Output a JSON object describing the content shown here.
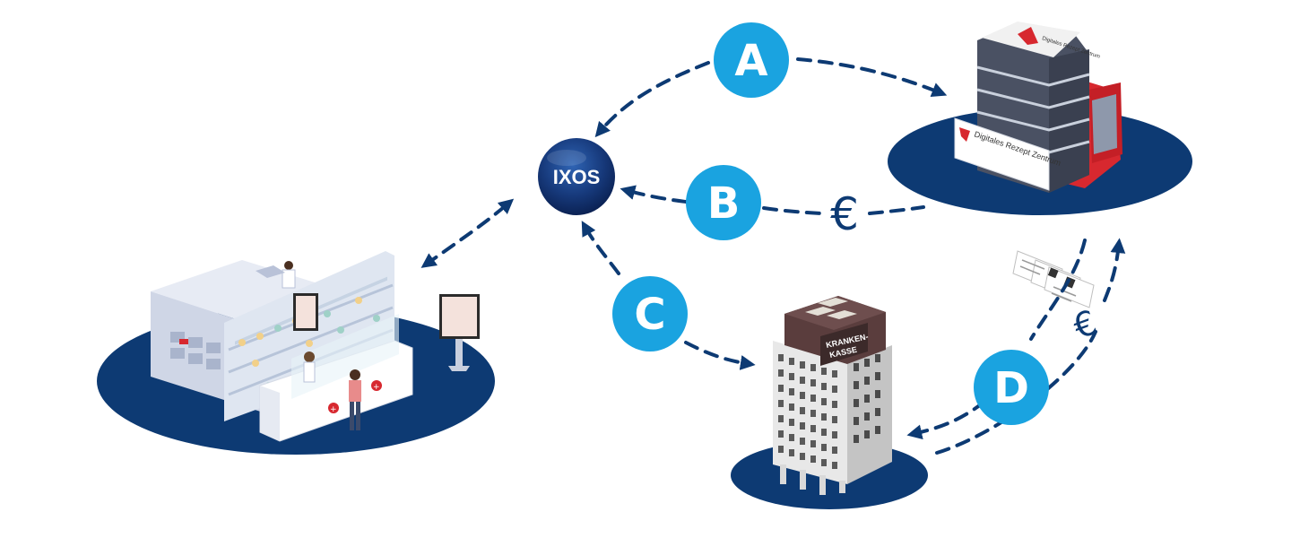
{
  "hub": {
    "label": "IXOS"
  },
  "flows": [
    {
      "id": "A",
      "label": "A"
    },
    {
      "id": "B",
      "label": "B",
      "currency": "€"
    },
    {
      "id": "C",
      "label": "C"
    },
    {
      "id": "D",
      "label": "D",
      "currency": "€"
    }
  ],
  "nodes": {
    "drz": {
      "sign": "Digitales Rezept Zentrum",
      "roof_sign": "Digitales Rezept Zentrum"
    },
    "kasse": {
      "sign_line1": "KRANKEN-",
      "sign_line2": "KASSE"
    }
  },
  "colors": {
    "navy": "#0d3a73",
    "badge": "#1aa3e0",
    "red": "#d7282f",
    "hub": "#1b3f86"
  }
}
